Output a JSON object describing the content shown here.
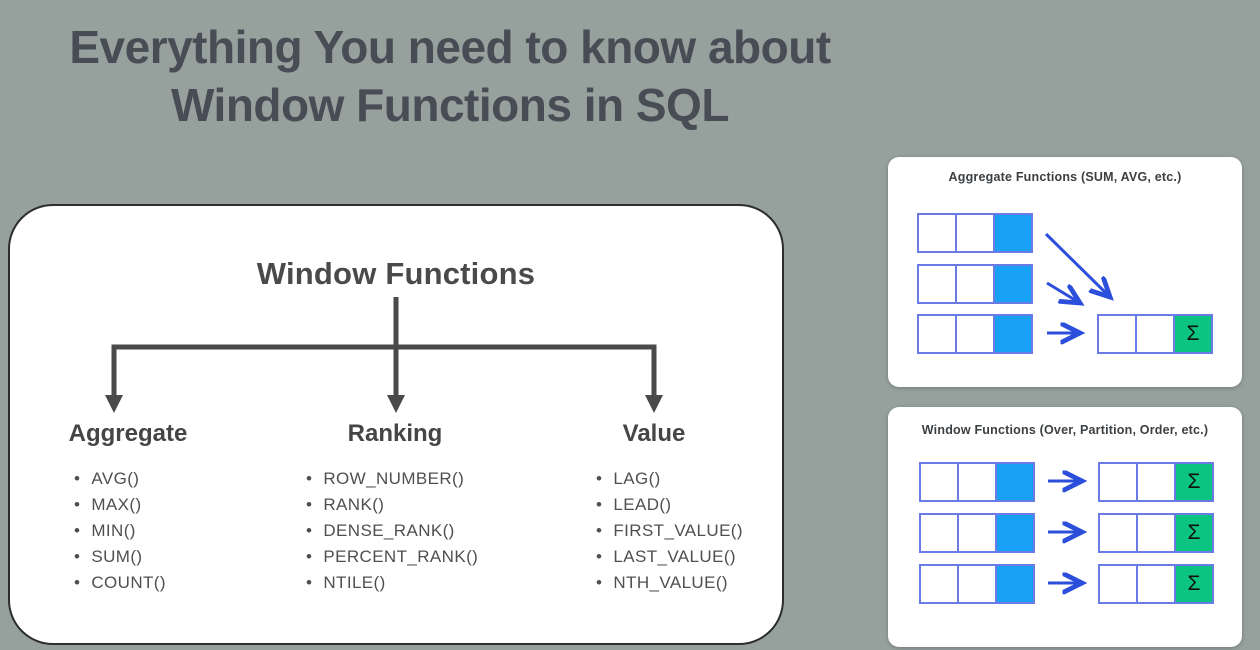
{
  "sigma": "Σ",
  "title": {
    "line1": "Everything You need to know about",
    "line2": "Window Functions in SQL"
  },
  "tree": {
    "heading": "Window Functions",
    "categories": [
      {
        "name": "Aggregate",
        "items": [
          "AVG()",
          "MAX()",
          "MIN()",
          "SUM()",
          "COUNT()"
        ]
      },
      {
        "name": "Ranking",
        "items": [
          "ROW_NUMBER()",
          "RANK()",
          "DENSE_RANK()",
          "PERCENT_RANK()",
          "NTILE()"
        ]
      },
      {
        "name": "Value",
        "items": [
          "LAG()",
          "LEAD()",
          "FIRST_VALUE()",
          "LAST_VALUE()",
          "NTH_VALUE()"
        ]
      }
    ]
  },
  "cards": [
    {
      "title": "Aggregate Functions (SUM, AVG, etc.)"
    },
    {
      "title": "Window Functions (Over, Partition, Order, etc.)"
    }
  ],
  "colors": {
    "background": "#96a19e",
    "title_text": "#484c55",
    "panel_border": "#2d2d2d",
    "tree_line": "#4a4a4a",
    "cell_border": "#6b7be6",
    "cell_blue": "#18a0f4",
    "cell_green": "#0cc481",
    "arrow_blue": "#2b4fdb"
  }
}
